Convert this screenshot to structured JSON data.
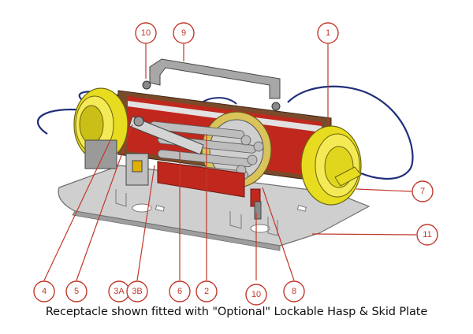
{
  "caption": "Receptacle shown fitted with \"Optional\" Lockable Hasp & Skid Plate",
  "callouts": [
    "10",
    "9",
    "1",
    "7",
    "11",
    "4",
    "5",
    "3A",
    "3B",
    "6",
    "2",
    "10",
    "8"
  ],
  "colors": {
    "callout": "#c0392b",
    "yellow": "#e7dc1f",
    "metal": "#c9c9c9",
    "red_interior": "#c0281e",
    "cable": "#1f2f7a"
  }
}
